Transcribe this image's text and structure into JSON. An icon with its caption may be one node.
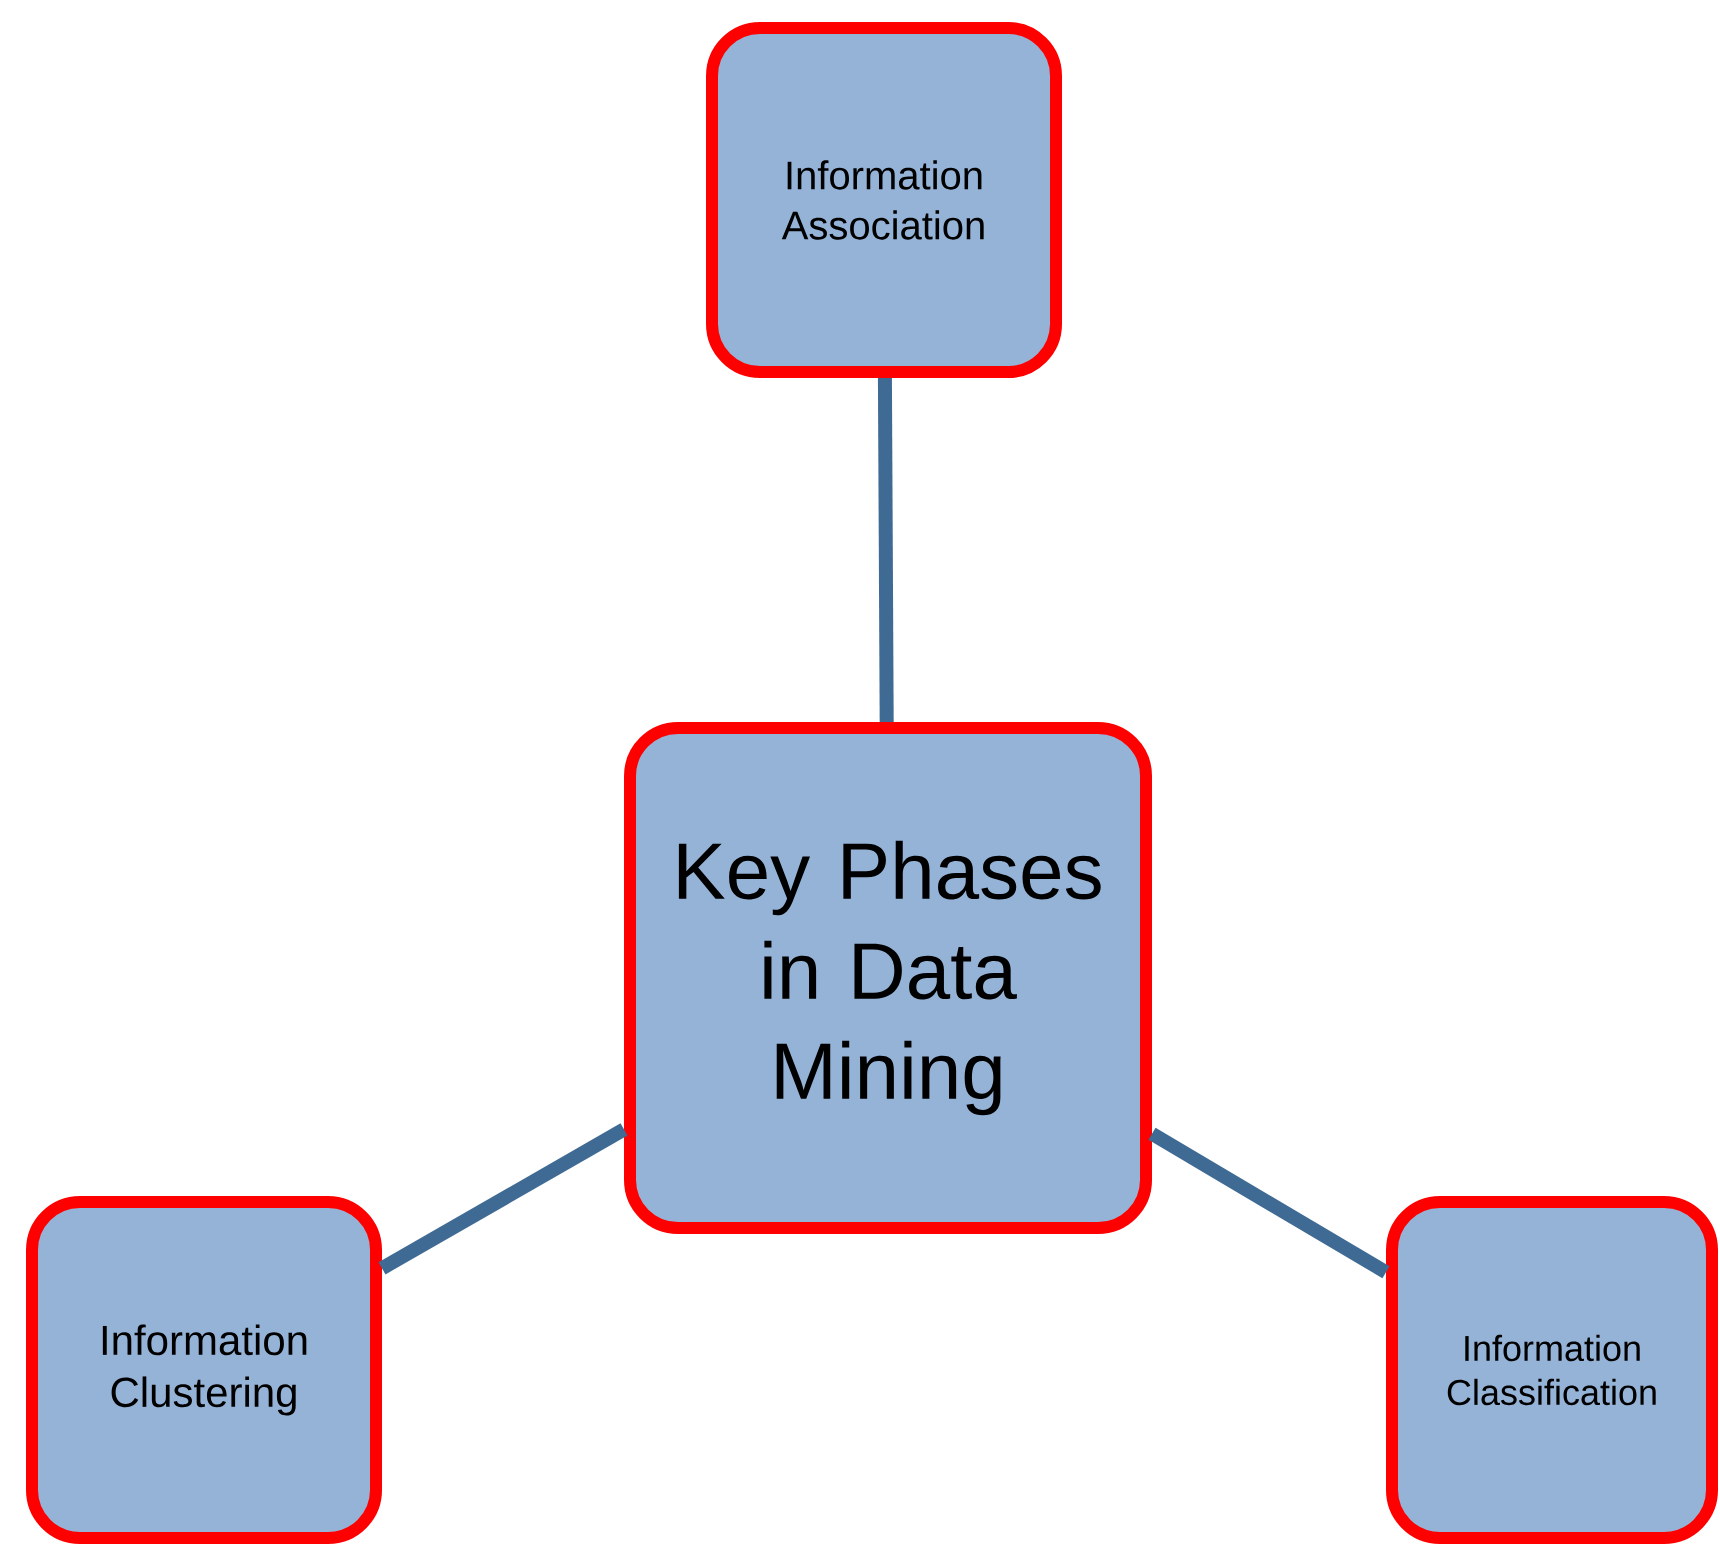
{
  "diagram": {
    "nodes": [
      {
        "text": [
          "Information Association"
        ]
      },
      {
        "text": [
          "Key Phases in Data Mining"
        ]
      },
      {
        "text": [
          "Information Clustering"
        ]
      },
      {
        "text": [
          "Information Classification"
        ]
      }
    ],
    "edges": [
      {
        "from": 1,
        "to": 0,
        "arrow": "none"
      },
      {
        "from": 1,
        "to": 2,
        "arrow": "none"
      },
      {
        "from": 1,
        "to": 3,
        "arrow": "none"
      }
    ]
  }
}
